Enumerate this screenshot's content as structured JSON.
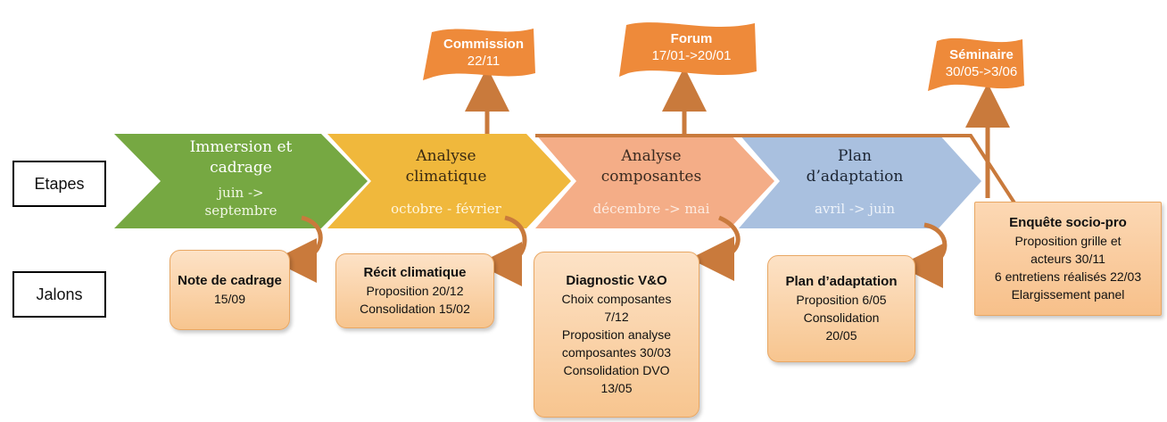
{
  "labels": {
    "etapes": "Etapes",
    "jalons": "Jalons"
  },
  "phases": [
    {
      "title_1": "Immersion et",
      "title_2": "cadrage",
      "dates_1": "juin ->",
      "dates_2": "septembre",
      "color": "#76a842"
    },
    {
      "title_1": "Analyse",
      "title_2": "climatique",
      "dates_1": "octobre - février",
      "dates_2": "",
      "color": "#f0b83c"
    },
    {
      "title_1": "Analyse",
      "title_2": "composantes",
      "dates_1": "décembre -> mai",
      "dates_2": "",
      "color": "#f4ad87"
    },
    {
      "title_1": "Plan",
      "title_2": "d’adaptation",
      "dates_1": "avril -> juin",
      "dates_2": "",
      "color": "#a9c0df"
    }
  ],
  "flags": [
    {
      "title": "Commission",
      "date": "22/11"
    },
    {
      "title": "Forum",
      "date": "17/01->20/01"
    },
    {
      "title": "Séminaire",
      "date": "30/05->3/06"
    }
  ],
  "jalons": [
    {
      "title": "Note de cadrage",
      "lines": [
        "15/09"
      ]
    },
    {
      "title": "Récit climatique",
      "lines": [
        "Proposition 20/12",
        "Consolidation 15/02"
      ]
    },
    {
      "title": "Diagnostic V&O",
      "lines": [
        "Choix composantes",
        "7/12",
        "Proposition analyse",
        "composantes 30/03",
        "Consolidation DVO",
        "13/05"
      ]
    },
    {
      "title": "Plan d’adaptation",
      "lines": [
        "Proposition 6/05",
        "Consolidation",
        "20/05"
      ]
    },
    {
      "title": "Enquête socio-pro",
      "lines": [
        "Proposition grille et",
        "acteurs 30/11",
        "6 entretiens réalisés 22/03",
        "Elargissement panel"
      ]
    }
  ],
  "colors": {
    "flag": "#ee8a3a",
    "connector": "#c97a3c",
    "jalon_border": "#e9a763"
  }
}
